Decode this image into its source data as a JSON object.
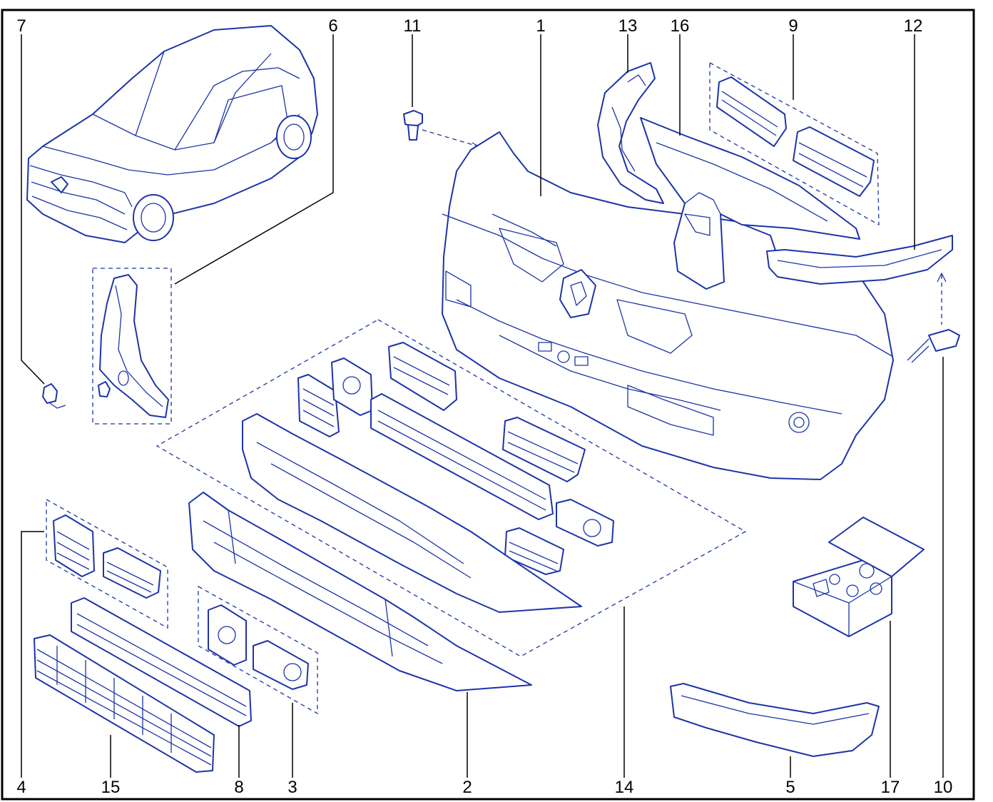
{
  "diagram": {
    "colors": {
      "line": "#1c34a8",
      "label": "#000000",
      "background": "#ffffff"
    },
    "callouts": {
      "c1": "1",
      "c2": "2",
      "c3": "3",
      "c4": "4",
      "c5": "5",
      "c6": "6",
      "c7": "7",
      "c8": "8",
      "c9": "9",
      "c10": "10",
      "c11": "11",
      "c12": "12",
      "c13": "13",
      "c14": "14",
      "c15": "15",
      "c16": "16",
      "c17": "17"
    },
    "parts": [
      "car-overview",
      "front-bumper",
      "lower-absorber",
      "fog-lamp-surround-set",
      "grille-set-left",
      "bumper-trim-strip",
      "corner-trim-panel",
      "towing-eye-cover",
      "center-grille-frame",
      "upper-vent-grilles",
      "rivet-clip",
      "push-clip",
      "side-bracket",
      "side-reinforcement",
      "trim-kit-set",
      "lower-mesh-grille",
      "center-support",
      "fastener-kit-box"
    ]
  }
}
